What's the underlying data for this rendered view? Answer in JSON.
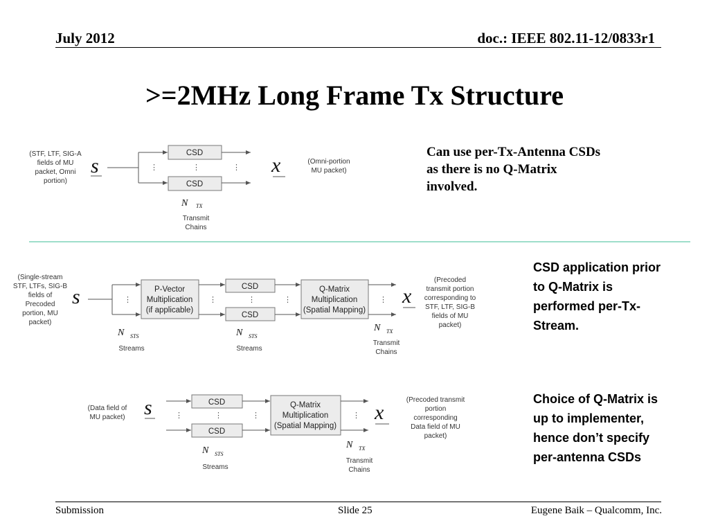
{
  "header": {
    "date": "July 2012",
    "doc": "doc.: IEEE 802.11-12/0833r1"
  },
  "title": ">=2MHz Long Frame Tx Structure",
  "notes": {
    "note1": [
      "Can use per-Tx-Antenna CSDs",
      "as there is no Q-Matrix",
      "involved."
    ],
    "note2": [
      "CSD application prior",
      "to Q-Matrix is",
      "performed per-Tx-",
      "Stream."
    ],
    "note3": [
      "Choice of Q-Matrix is",
      "up to implementer,",
      "hence don’t specify",
      "per-antenna CSDs"
    ]
  },
  "diagrams": {
    "d1": {
      "input_desc": [
        "(STF, LTF, SIG-A",
        "fields of MU",
        "packet, Omni",
        "portion)"
      ],
      "input_symbol": "s",
      "csd_top": "CSD",
      "csd_bottom": "CSD",
      "n_symbol": "N",
      "n_sub": "TX",
      "chains_label": [
        "Transmit",
        "Chains"
      ],
      "output_symbol": "x",
      "output_desc": [
        "(Omni-portion",
        "MU packet)"
      ]
    },
    "d2": {
      "input_desc": [
        "(Single-stream",
        "STF, LTFs, SIG-B",
        "fields of",
        "Precoded",
        "portion, MU",
        "packet)"
      ],
      "input_symbol": "s",
      "pvector": [
        "P-Vector",
        "Multiplication",
        "(if applicable)"
      ],
      "csd_top": "CSD",
      "csd_bottom": "CSD",
      "qmatrix": [
        "Q-Matrix",
        "Multiplication",
        "(Spatial Mapping)"
      ],
      "output_symbol": "x",
      "output_desc": [
        "(Precoded",
        "transmit portion",
        "corresponding to",
        "STF, LTF, SIG-B",
        "fields of MU",
        "packet)"
      ],
      "n_symbol": "N",
      "n_sts_sub": "STS",
      "n_tx_sub": "TX",
      "streams_label": "Streams",
      "chains_label": [
        "Transmit",
        "Chains"
      ]
    },
    "d3": {
      "input_desc": [
        "(Data field of",
        "MU packet)"
      ],
      "input_symbol": "s",
      "csd_top": "CSD",
      "csd_bottom": "CSD",
      "qmatrix": [
        "Q-Matrix",
        "Multiplication",
        "(Spatial Mapping)"
      ],
      "output_symbol": "x",
      "output_desc": [
        "(Precoded transmit",
        "portion",
        "corresponding",
        "Data field of MU",
        "packet)"
      ],
      "n_symbol": "N",
      "n_sts_sub": "STS",
      "n_tx_sub": "TX",
      "streams_label": "Streams",
      "chains_label": [
        "Transmit",
        "Chains"
      ]
    }
  },
  "footer": {
    "left": "Submission",
    "center": "Slide 25",
    "right": "Eugene Baik – Qualcomm, Inc."
  },
  "colors": {
    "divider": "#7fd3b8",
    "rule": "#000000"
  }
}
